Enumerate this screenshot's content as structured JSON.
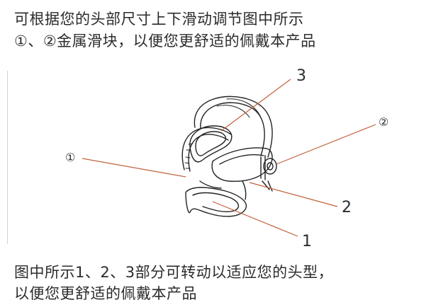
{
  "top_caption": {
    "line1": "可根据您的头部尺寸上下滑动调节图中所示",
    "line2": "①、②金属滑块，以便您更舒适的佩戴本产品"
  },
  "bottom_caption": {
    "line1": "图中所示1、2、3部分可转动以适应您的头型，",
    "line2": "以便您更舒适的佩戴本产品"
  },
  "callouts": {
    "label_3": "3",
    "label_circled_2": "②",
    "label_circled_1": "①",
    "label_2": "2",
    "label_1": "1"
  },
  "colors": {
    "leader_line": "#c0603a",
    "drawing_stroke": "#222222",
    "left_rule": "#c8dcc4"
  }
}
